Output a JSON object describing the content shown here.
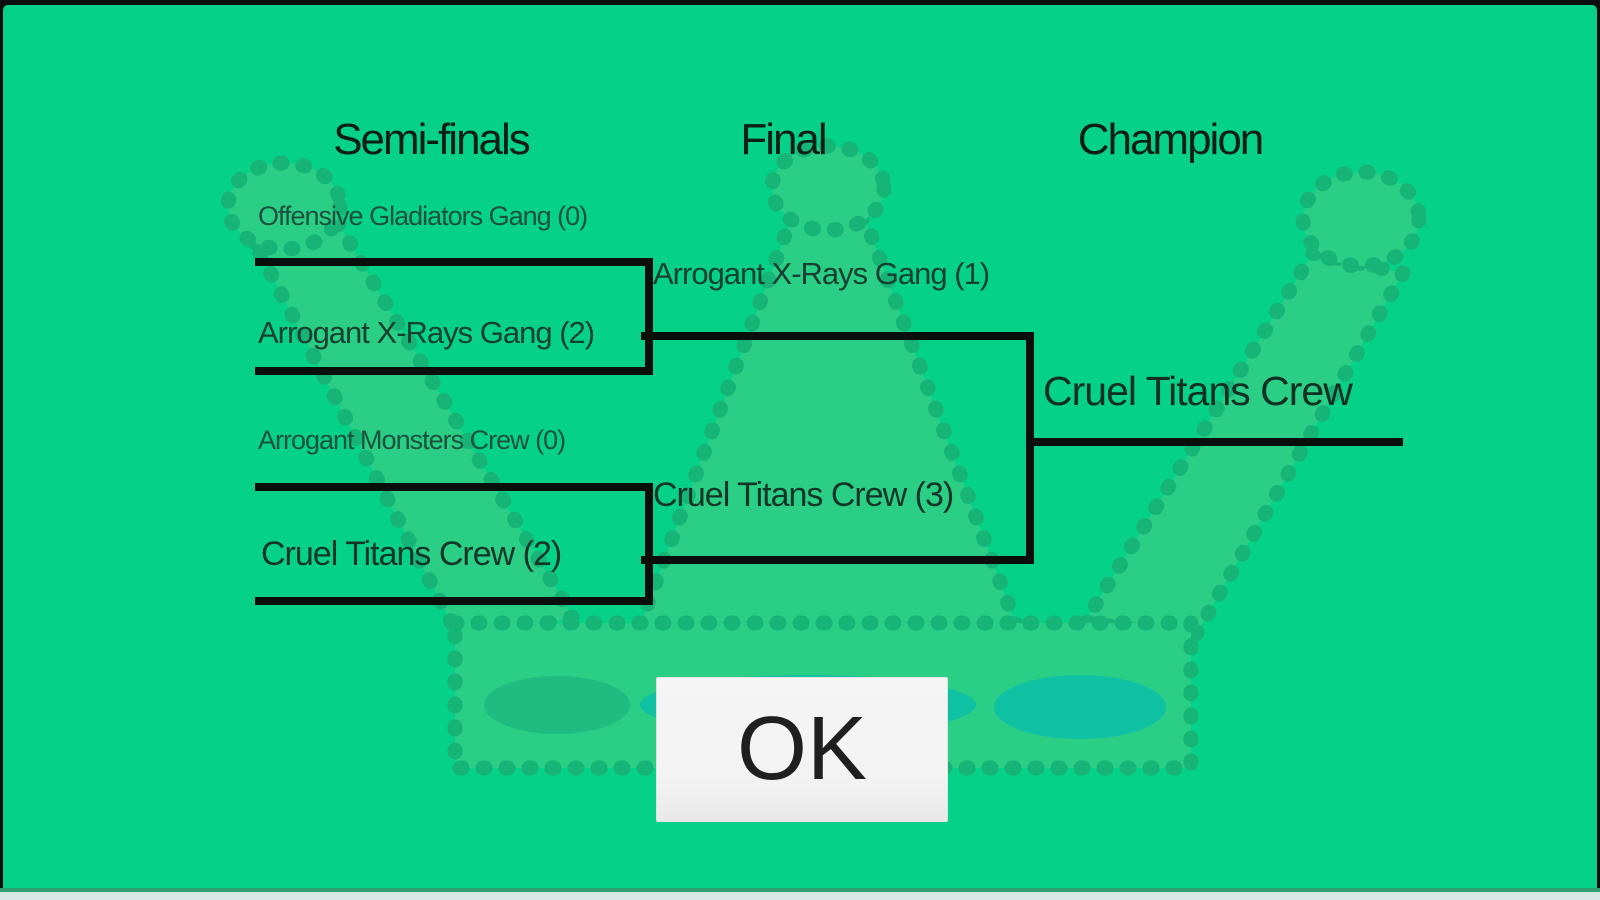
{
  "columns": {
    "semifinals": "Semi-finals",
    "final": "Final",
    "champion": "Champion"
  },
  "bracket": {
    "semifinal1": {
      "team1": "Offensive Gladiators Gang (0)",
      "team2": "Arrogant X-Rays Gang (2)"
    },
    "semifinal2": {
      "team1": "Arrogant Monsters Crew (0)",
      "team2": "Cruel Titans Crew (2)"
    },
    "final": {
      "team1": "Arrogant X-Rays Gang (1)",
      "team2": "Cruel Titans Crew (3)"
    },
    "champion": "Cruel Titans Crew"
  },
  "dialog": {
    "ok_label": "OK"
  },
  "colors": {
    "bg": "#06d189",
    "crown-fill": "#2ace85",
    "crown-outline": "#17b478",
    "gem-green": "#1ebc80",
    "gem-teal": "#10c2a4",
    "line": "#0a0e0c",
    "button-bg": "#f3f3f3",
    "button-text": "#1f1f1f"
  }
}
